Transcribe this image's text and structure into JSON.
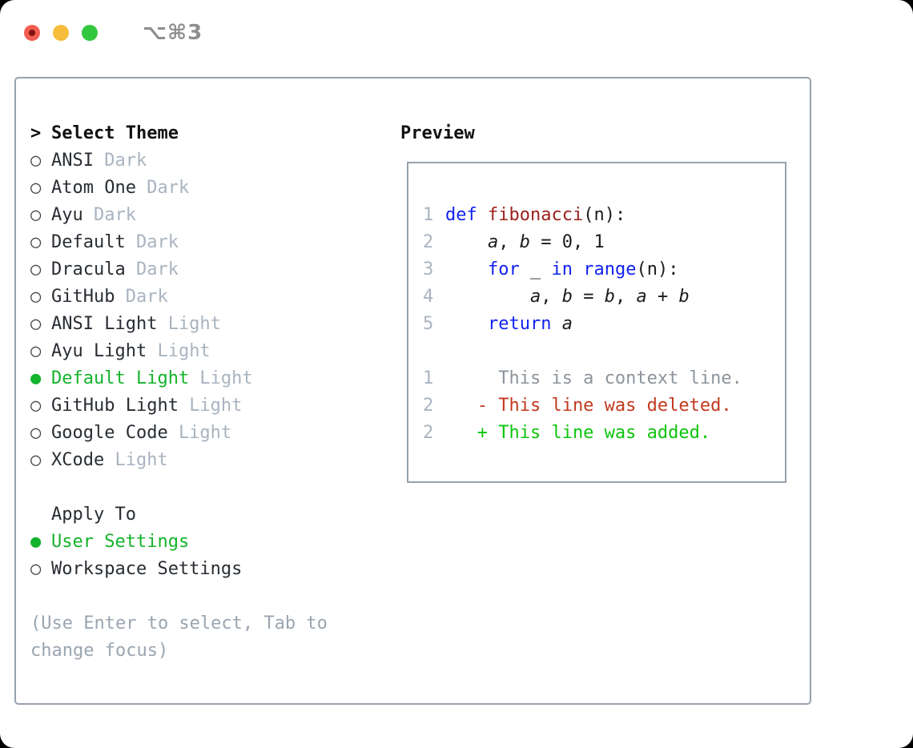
{
  "window": {
    "shortcut": "⌥⌘3",
    "traffic_lights": [
      {
        "icon": "close-icon",
        "color": "#f35c51"
      },
      {
        "icon": "minimize-icon",
        "color": "#f6bd3c"
      },
      {
        "icon": "zoom-icon",
        "color": "#32c73f"
      }
    ]
  },
  "theme_selector": {
    "prompt": ">",
    "title": "Select Theme",
    "items": [
      {
        "name": "ANSI",
        "variant": "Dark",
        "selected": false
      },
      {
        "name": "Atom One",
        "variant": "Dark",
        "selected": false
      },
      {
        "name": "Ayu",
        "variant": "Dark",
        "selected": false
      },
      {
        "name": "Default",
        "variant": "Dark",
        "selected": false
      },
      {
        "name": "Dracula",
        "variant": "Dark",
        "selected": false
      },
      {
        "name": "GitHub",
        "variant": "Dark",
        "selected": false
      },
      {
        "name": "ANSI Light",
        "variant": "Light",
        "selected": false
      },
      {
        "name": "Ayu Light",
        "variant": "Light",
        "selected": false
      },
      {
        "name": "Default Light",
        "variant": "Light",
        "selected": true
      },
      {
        "name": "GitHub Light",
        "variant": "Light",
        "selected": false
      },
      {
        "name": "Google Code",
        "variant": "Light",
        "selected": false
      },
      {
        "name": "XCode",
        "variant": "Light",
        "selected": false
      }
    ]
  },
  "apply_to": {
    "title": "Apply To",
    "options": [
      {
        "label": "User Settings",
        "selected": true
      },
      {
        "label": "Workspace Settings",
        "selected": false
      }
    ]
  },
  "help_text": "(Use Enter to select, Tab to change focus)",
  "preview": {
    "title": "Preview",
    "code_lines": [
      {
        "num": "1",
        "tokens": [
          {
            "text": "def",
            "type": "kw"
          },
          {
            "text": " ",
            "type": "plain"
          },
          {
            "text": "fibonacci",
            "type": "fn"
          },
          {
            "text": "(n):",
            "type": "plain"
          }
        ]
      },
      {
        "num": "2",
        "tokens": [
          {
            "text": "    ",
            "type": "plain"
          },
          {
            "text": "a",
            "type": "var"
          },
          {
            "text": ", ",
            "type": "plain"
          },
          {
            "text": "b",
            "type": "var"
          },
          {
            "text": " = 0, 1",
            "type": "plain"
          }
        ]
      },
      {
        "num": "3",
        "tokens": [
          {
            "text": "    ",
            "type": "plain"
          },
          {
            "text": "for",
            "type": "kw"
          },
          {
            "text": " _ ",
            "type": "plain"
          },
          {
            "text": "in",
            "type": "kw"
          },
          {
            "text": " ",
            "type": "plain"
          },
          {
            "text": "range",
            "type": "kw"
          },
          {
            "text": "(n):",
            "type": "plain"
          }
        ]
      },
      {
        "num": "4",
        "tokens": [
          {
            "text": "        ",
            "type": "plain"
          },
          {
            "text": "a",
            "type": "var"
          },
          {
            "text": ", ",
            "type": "plain"
          },
          {
            "text": "b",
            "type": "var"
          },
          {
            "text": " = ",
            "type": "plain"
          },
          {
            "text": "b",
            "type": "var"
          },
          {
            "text": ", ",
            "type": "plain"
          },
          {
            "text": "a",
            "type": "var"
          },
          {
            "text": " + ",
            "type": "plain"
          },
          {
            "text": "b",
            "type": "var"
          }
        ]
      },
      {
        "num": "5",
        "tokens": [
          {
            "text": "    ",
            "type": "plain"
          },
          {
            "text": "return",
            "type": "kw"
          },
          {
            "text": " ",
            "type": "plain"
          },
          {
            "text": "a",
            "type": "var"
          }
        ]
      }
    ],
    "diff_lines": [
      {
        "num": "1",
        "type": "context",
        "text": "     This is a context line."
      },
      {
        "num": "2",
        "type": "deleted",
        "text": "   - This line was deleted."
      },
      {
        "num": "2",
        "type": "added",
        "text": "   + This line was added."
      }
    ]
  },
  "colors": {
    "selected_green": "#14b32c",
    "added_green": "#0cc50c",
    "deleted_red": "#c23a1f",
    "keyword_blue": "#1122f0",
    "function_red": "#9c211d",
    "muted_gray": "#a9b4c0",
    "context_gray": "#8d949c",
    "border_gray": "#98a2ae"
  }
}
